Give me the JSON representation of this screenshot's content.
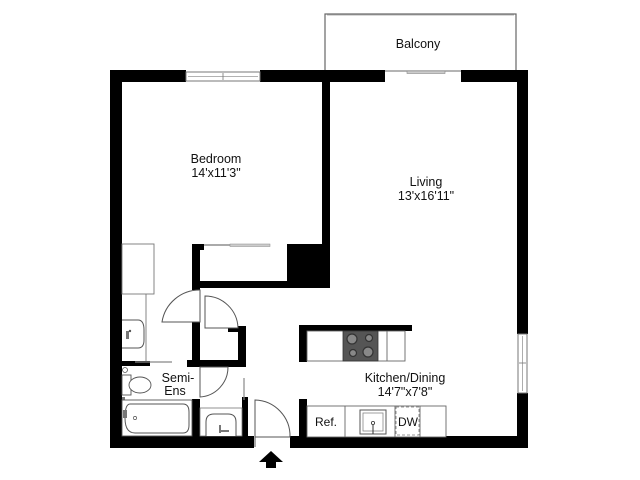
{
  "rooms": {
    "balcony": {
      "name": "Balcony"
    },
    "bedroom": {
      "name": "Bedroom",
      "dimensions": "14'x11'3\""
    },
    "living": {
      "name": "Living",
      "dimensions": "13'x16'11\""
    },
    "kitchen": {
      "name": "Kitchen/Dining",
      "dimensions": "14'7\"x7'8\""
    },
    "bath": {
      "name_line1": "Semi-",
      "name_line2": "Ens"
    }
  },
  "fixtures": {
    "refrigerator": "Ref.",
    "dishwasher": "DW"
  },
  "icons": {
    "entry": "entry-arrow-icon",
    "stove": "stove-icon",
    "sink": "kitchen-sink-icon",
    "toilet": "toilet-icon",
    "bathtub": "bathtub-icon"
  },
  "colors": {
    "wall": "#000000",
    "line": "#555555",
    "stove": "#555555",
    "background": "#ffffff"
  }
}
